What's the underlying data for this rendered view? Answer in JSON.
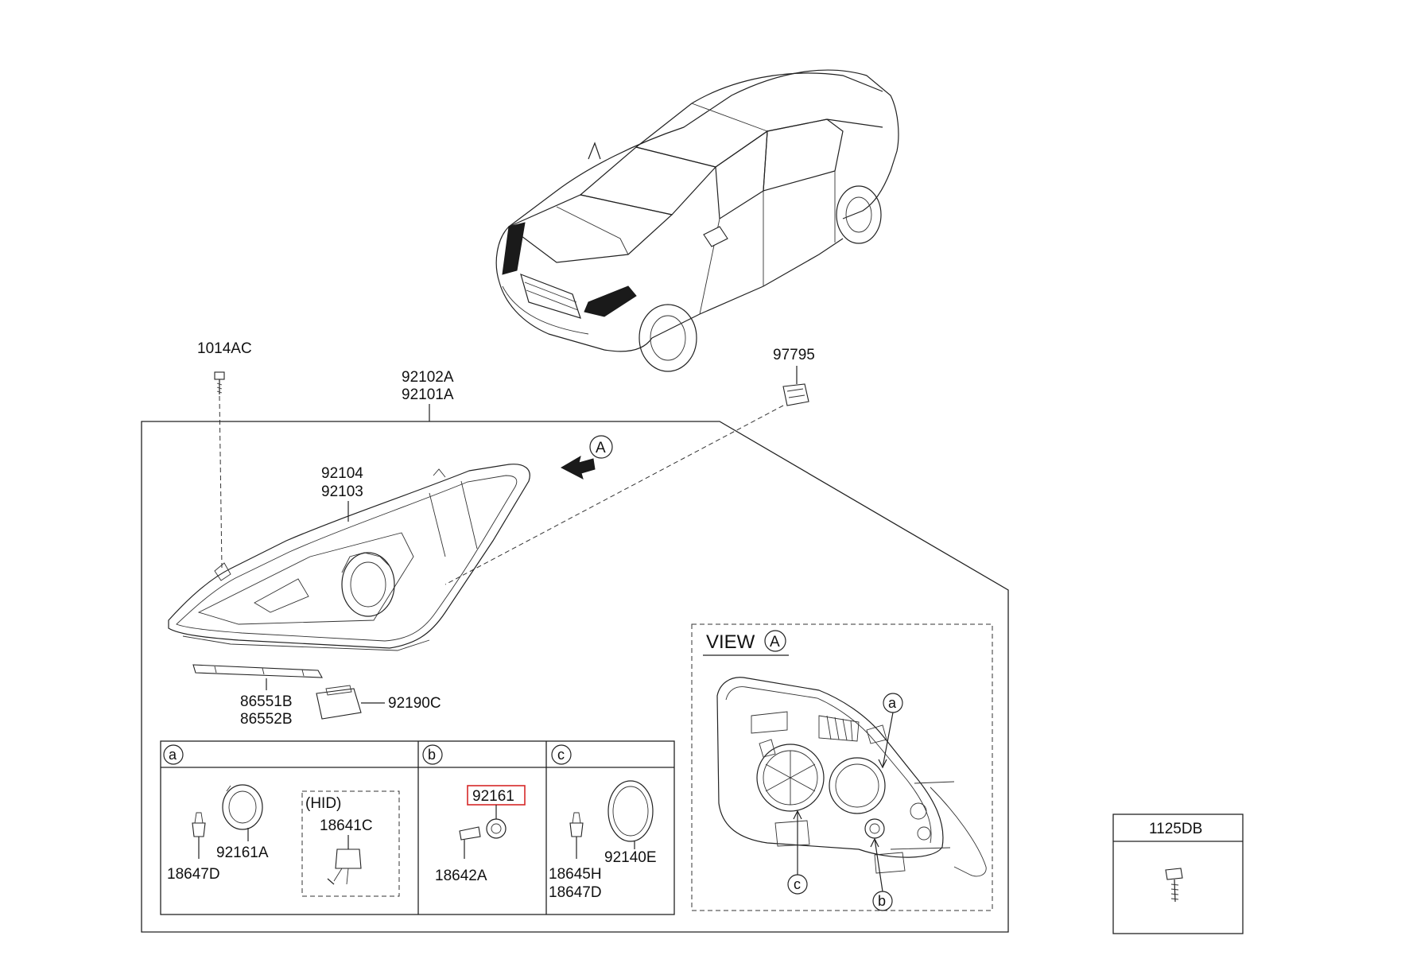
{
  "parts": {
    "bolt_top": "1014AC",
    "assy_1": "92102A",
    "assy_2": "92101A",
    "connector": "97795",
    "housing_1": "92104",
    "housing_2": "92103",
    "bracket_1": "86551B",
    "bracket_2": "86552B",
    "ballast": "92190C",
    "bolt_box": "1125DB"
  },
  "view": {
    "title": "VIEW",
    "marker": "A"
  },
  "callouts": {
    "a": "a",
    "b": "b",
    "c": "c",
    "A": "A"
  },
  "panel_a": {
    "header": "a",
    "hid_label": "(HID)",
    "part_hid": "18641C",
    "part_bulb": "18647D",
    "part_socket": "92161A"
  },
  "panel_b": {
    "header": "b",
    "part_highlight": "92161",
    "part_bulb": "18642A"
  },
  "panel_c": {
    "header": "c",
    "part_cap": "92140E",
    "part_bulb_1": "18645H",
    "part_bulb_2": "18647D"
  },
  "colors": {
    "highlight": "#d62828",
    "ink": "#222222"
  }
}
